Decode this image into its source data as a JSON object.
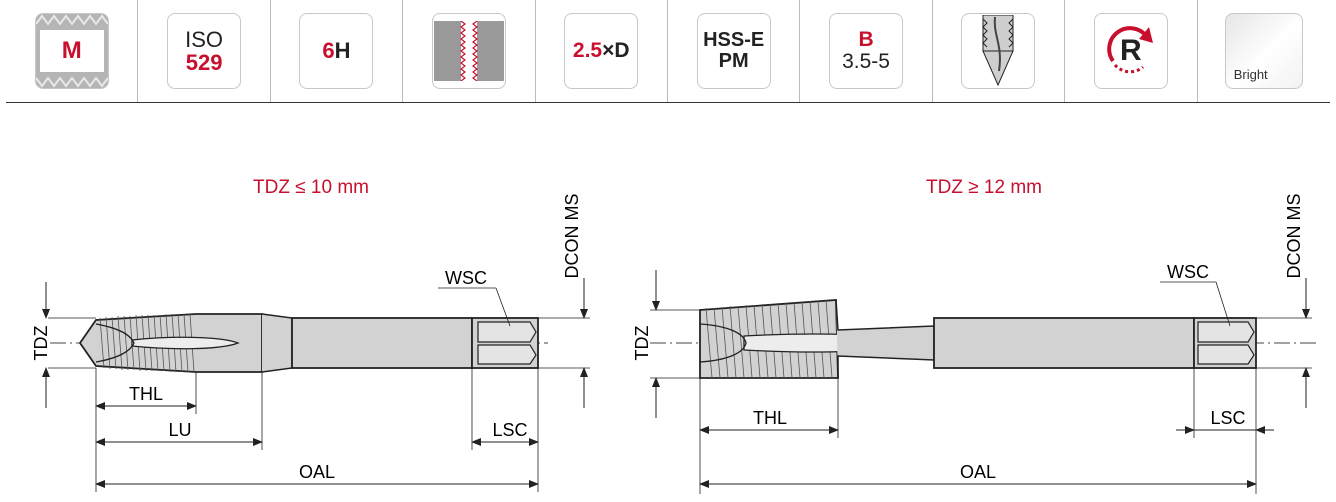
{
  "icons": {
    "thread": {
      "label": "M"
    },
    "standard": {
      "line1": "ISO",
      "line2": "529"
    },
    "tolerance": {
      "num": "6",
      "letter": "H"
    },
    "depth": {
      "num": "2.5",
      "suffix": "×D"
    },
    "material": {
      "line1": "HSS-E",
      "line2": "PM"
    },
    "chamfer": {
      "letter": "B",
      "range": "3.5-5"
    },
    "rotation": {
      "letter": "R"
    },
    "coating": {
      "label": "Bright"
    }
  },
  "drawing_left": {
    "title": "TDZ ≤ 10 mm",
    "labels": {
      "dcon": "DCON MS",
      "wsc": "WSC",
      "tdz": "TDZ",
      "thl": "THL",
      "lu": "LU",
      "lsc": "LSC",
      "oal": "OAL"
    }
  },
  "drawing_right": {
    "title": "TDZ ≥ 12 mm",
    "labels": {
      "dcon": "DCON MS",
      "wsc": "WSC",
      "tdz": "TDZ",
      "thl": "THL",
      "lsc": "LSC",
      "oal": "OAL"
    }
  },
  "colors": {
    "accent": "#c8102e",
    "tool_fill": "#d2d2d2",
    "thread_gray": "#9a9a9a"
  }
}
